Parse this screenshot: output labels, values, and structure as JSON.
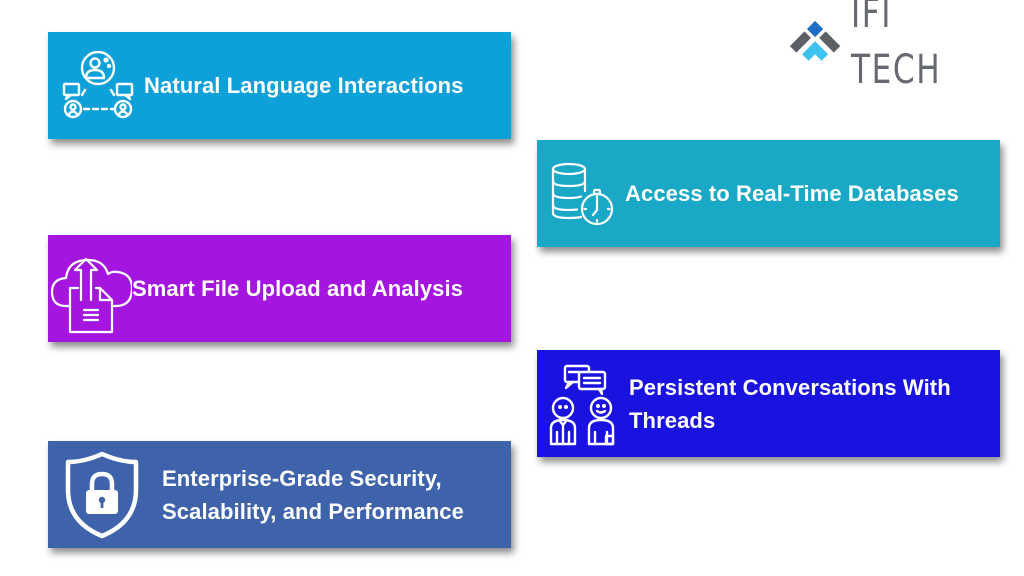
{
  "brand": {
    "name": "IFI TECH",
    "logo_icon": "diamond-chevron-logo-icon",
    "colors": {
      "grey": "#555a60",
      "blue_dark": "#1d6fc6",
      "blue_light": "#3ec3f0"
    }
  },
  "features": [
    {
      "label": "Natural Language Interactions",
      "icon": "people-chat-network-icon",
      "color": "#0ea0d8"
    },
    {
      "label": "Access to Real-Time Databases",
      "icon": "database-stopwatch-icon",
      "color": "#19a9c6"
    },
    {
      "label": "Smart File Upload and Analysis",
      "icon": "cloud-file-upload-icon",
      "color": "#a416e0"
    },
    {
      "label": "Persistent Conversations With Threads",
      "icon": "two-people-conversation-icon",
      "color": "#1a12df"
    },
    {
      "label": "Enterprise-Grade Security, Scalability, and Performance",
      "icon": "shield-lock-icon",
      "color": "#3f63ab"
    }
  ]
}
